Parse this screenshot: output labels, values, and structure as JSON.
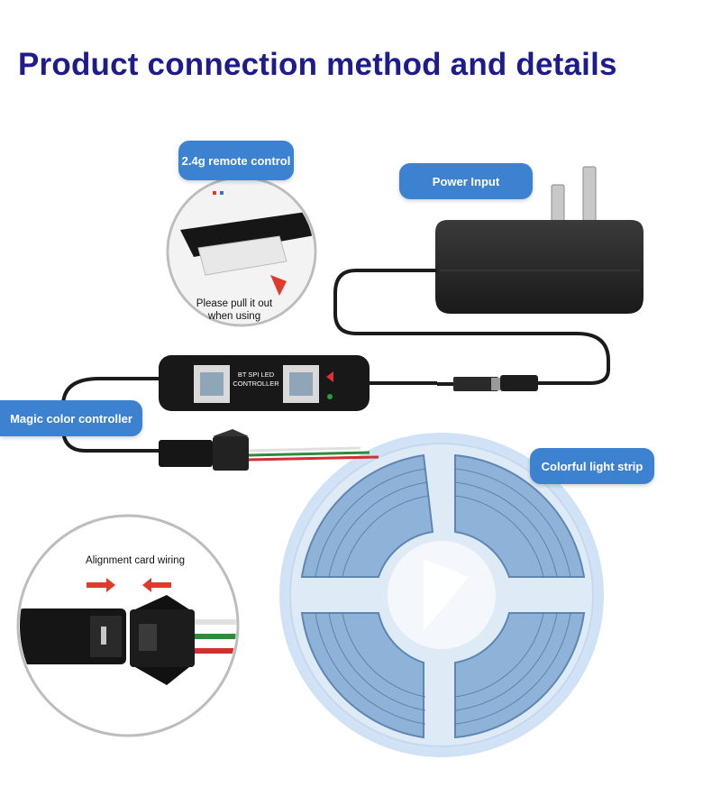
{
  "page": {
    "title": "Product connection method and details"
  },
  "labels": {
    "remote": "2.4g remote control",
    "power_input": "Power Input",
    "controller": "Magic color controller",
    "light_strip": "Colorful light strip"
  },
  "callouts": {
    "pull_out": "Please pull it out when using",
    "alignment": "Alignment card wiring"
  },
  "device": {
    "controller_text": "BT SPI LED CONTROLLER"
  },
  "colors": {
    "title": "#1e1c8c",
    "pill": "#3d82d1",
    "strip_glow": "#dbe9f8",
    "arrow": "#e03a2a"
  }
}
